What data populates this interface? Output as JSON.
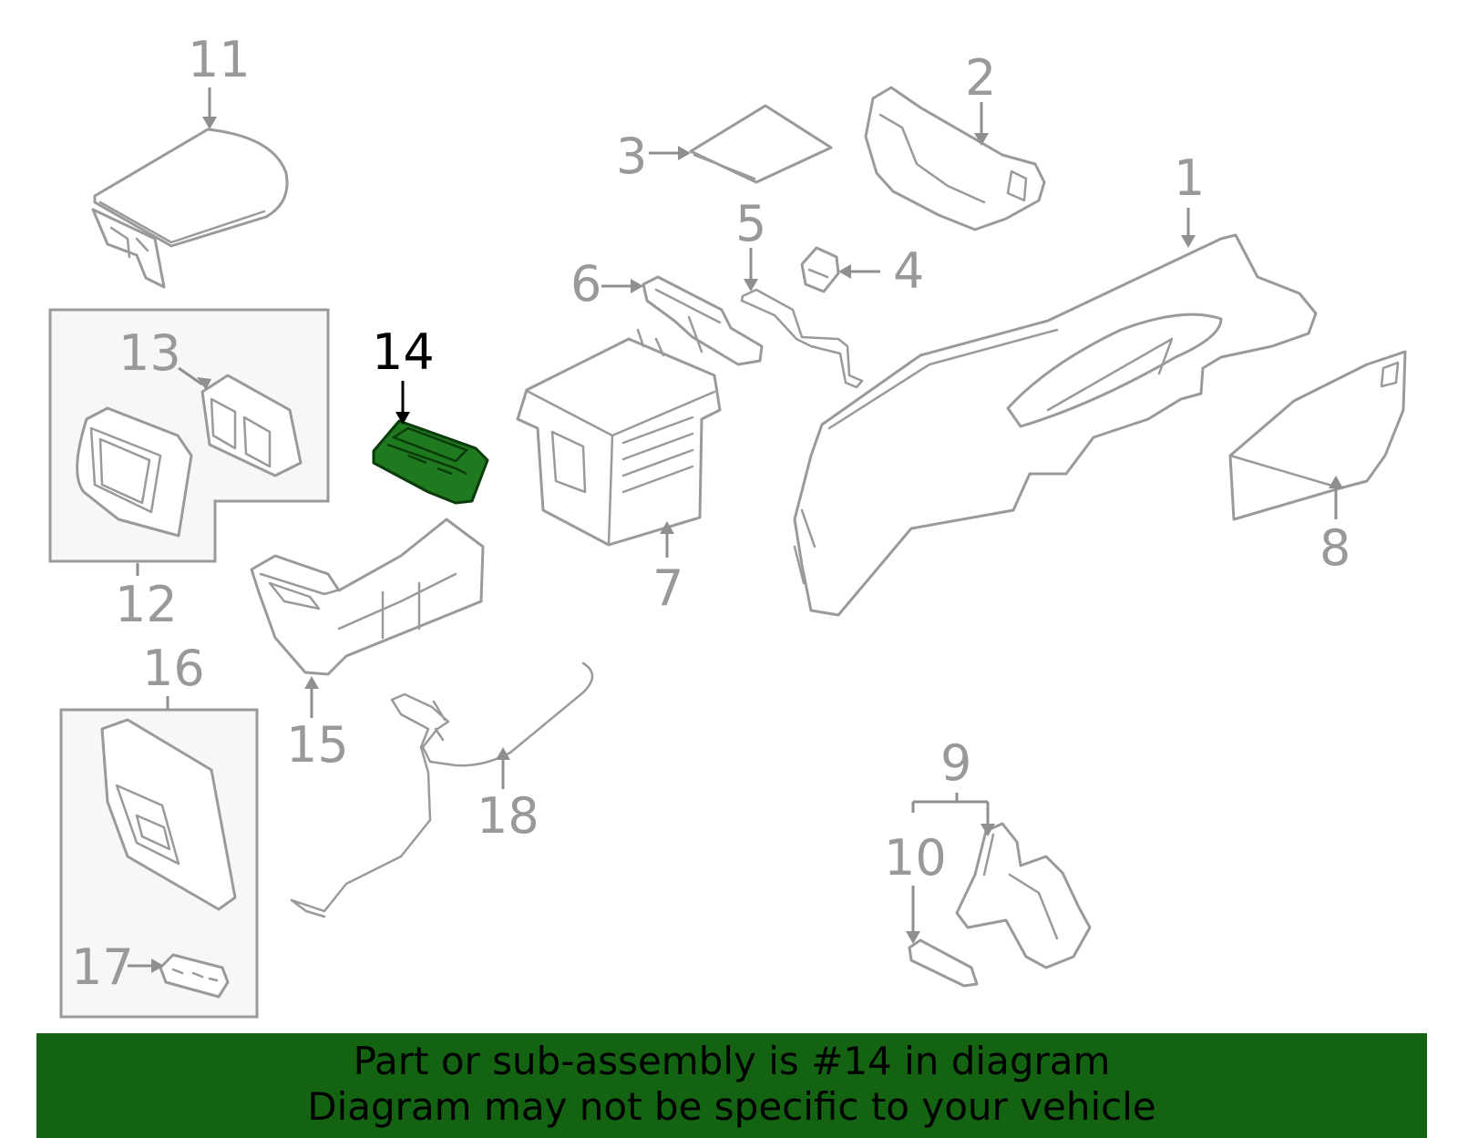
{
  "diagram": {
    "highlight_color": "#1f7a1f",
    "line_color": "#9a9a9a",
    "highlighted_part": "14",
    "callouts": [
      "1",
      "2",
      "3",
      "4",
      "5",
      "6",
      "7",
      "8",
      "9",
      "10",
      "11",
      "12",
      "13",
      "14",
      "15",
      "16",
      "17",
      "18"
    ]
  },
  "banner": {
    "background": "#136313",
    "line1": "Part or sub-assembly is #14 in diagram",
    "line2": "Diagram may not be specific to your vehicle"
  }
}
